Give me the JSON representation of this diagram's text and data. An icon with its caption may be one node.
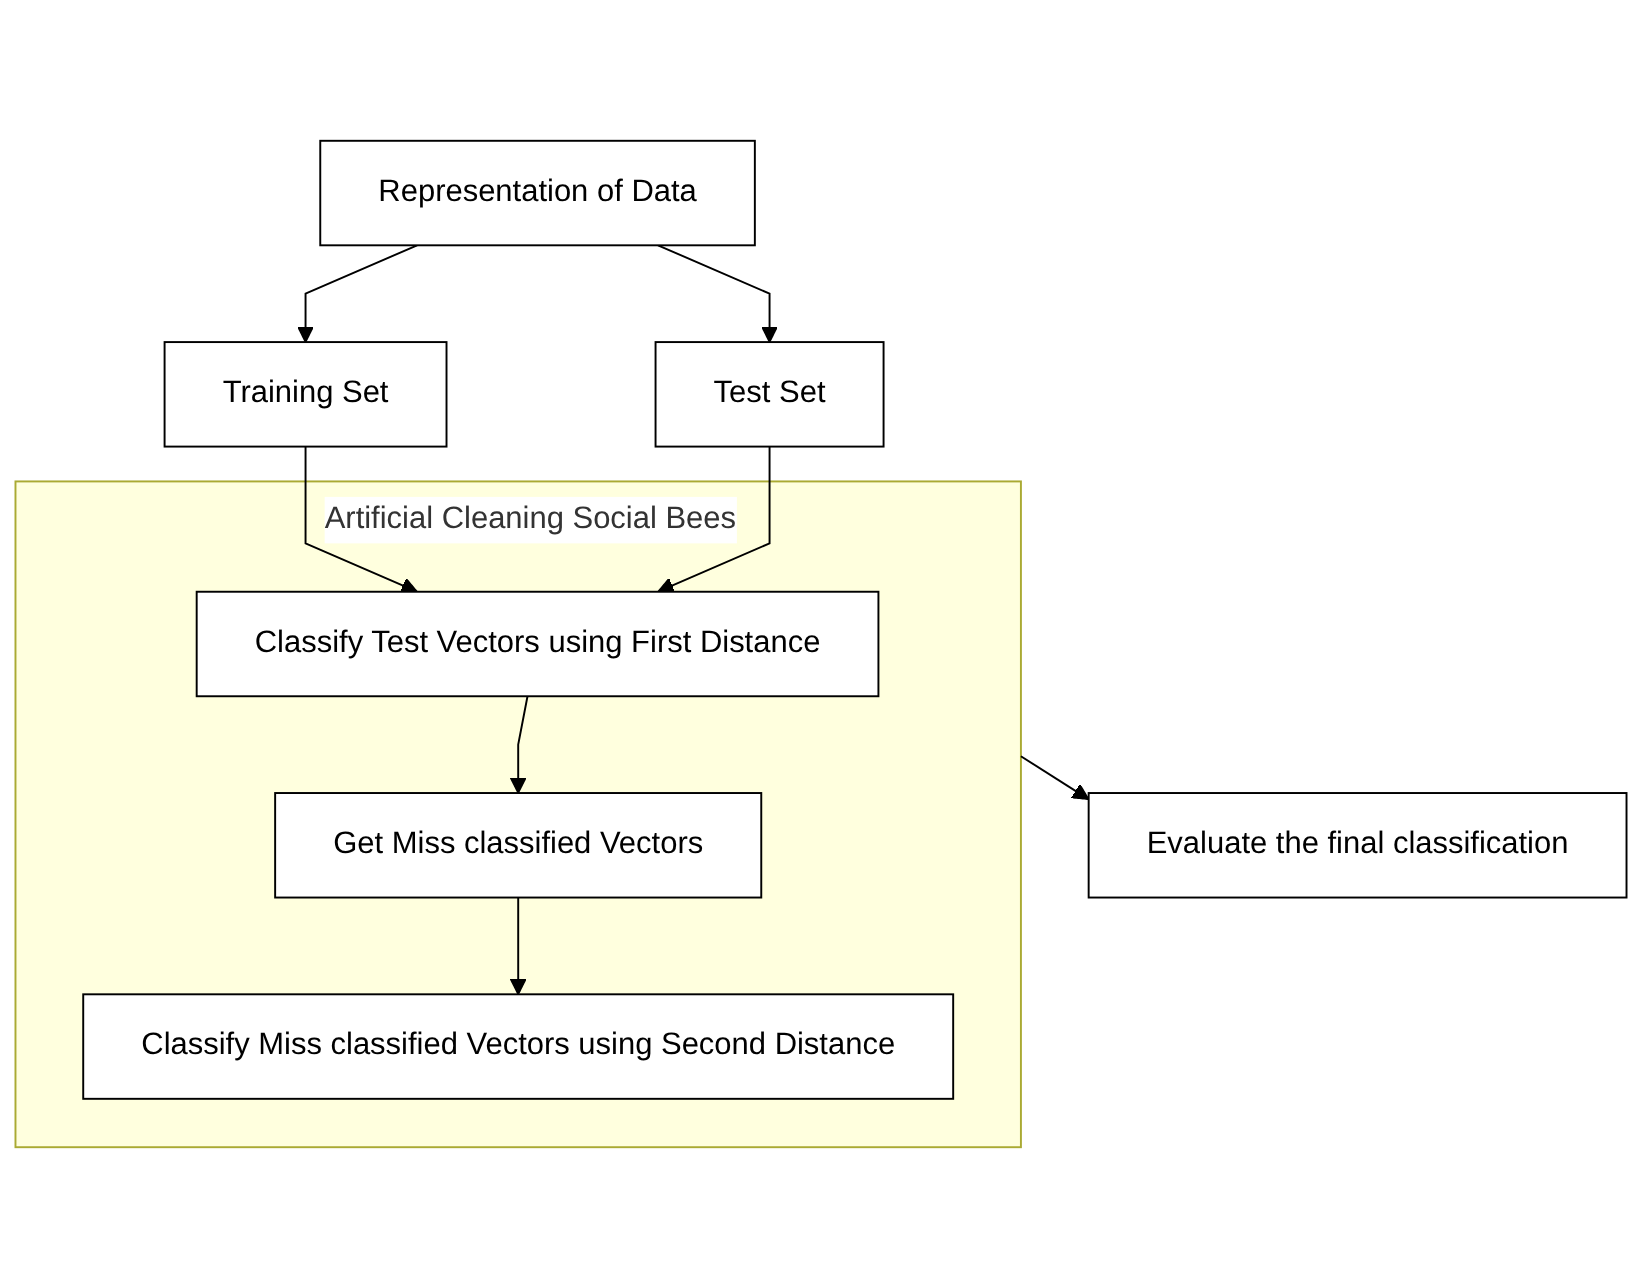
{
  "diagram": {
    "nodes": [
      {
        "text": [
          "Representation of Data"
        ]
      },
      {
        "text": [
          "Training Set"
        ]
      },
      {
        "text": [
          "Test Set"
        ]
      },
      {
        "text": [
          "Artificial Cleaning Social Bees"
        ]
      },
      {
        "text": [
          "Classify Test Vectors using First Distance"
        ],
        "in": 3
      },
      {
        "text": [
          "Get Miss classified Vectors"
        ],
        "in": 3
      },
      {
        "text": [
          "Classify Miss classified Vectors using Second Distance"
        ],
        "in": 3
      },
      {
        "text": [
          "Evaluate the final classification"
        ]
      }
    ],
    "edges": [
      {
        "from": 0,
        "to": 1,
        "arrow": "to"
      },
      {
        "from": 0,
        "to": 2,
        "arrow": "to"
      },
      {
        "from": 1,
        "to": 4,
        "arrow": "to"
      },
      {
        "from": 2,
        "to": 4,
        "arrow": "to"
      },
      {
        "from": 4,
        "to": 5,
        "arrow": "to"
      },
      {
        "from": 5,
        "to": 6,
        "arrow": "to"
      },
      {
        "from": 3,
        "to": 7,
        "arrow": "to"
      }
    ]
  }
}
